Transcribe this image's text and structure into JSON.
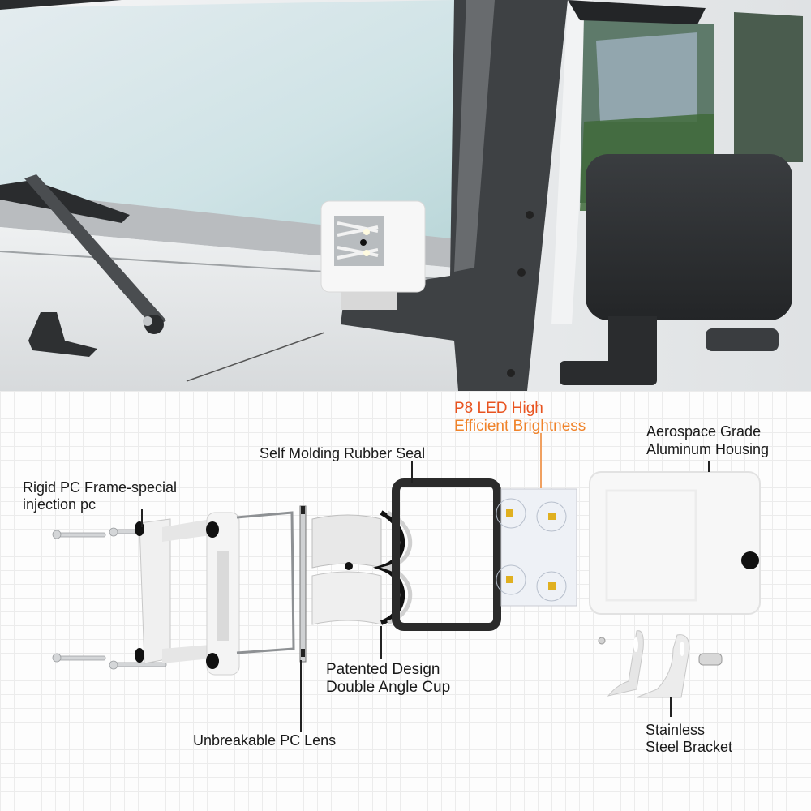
{
  "photo": {
    "subject": "white off-road vehicle with cube LED light mounted on windshield A-pillar",
    "elements": [
      "windshield",
      "wiper-arm",
      "hood-latch",
      "a-pillar",
      "led-pod-light",
      "side-mirror",
      "door-window"
    ]
  },
  "diagram": {
    "title": "Exploded view of LED pod light",
    "labels": {
      "led_line1": "P8 LED High",
      "led_line2": "Efficient Brightness",
      "housing_line1": "Aerospace Grade",
      "housing_line2": "Aluminum Housing",
      "seal": "Self Molding Rubber Seal",
      "frame_line1": "Rigid PC Frame-special",
      "frame_line2": "injection pc",
      "cup_line1": "Patented Design",
      "cup_line2": "Double Angle Cup",
      "lens": "Unbreakable PC Lens",
      "bracket_line1": "Stainless",
      "bracket_line2": "Steel Bracket"
    },
    "colors": {
      "label_text": "#1a1a1a",
      "led_label_line1": "#e8531f",
      "led_label_line2": "#f0832a",
      "grid": "#ececec",
      "seal": "#2b2b2b",
      "led_chip": "#e0b020"
    }
  }
}
